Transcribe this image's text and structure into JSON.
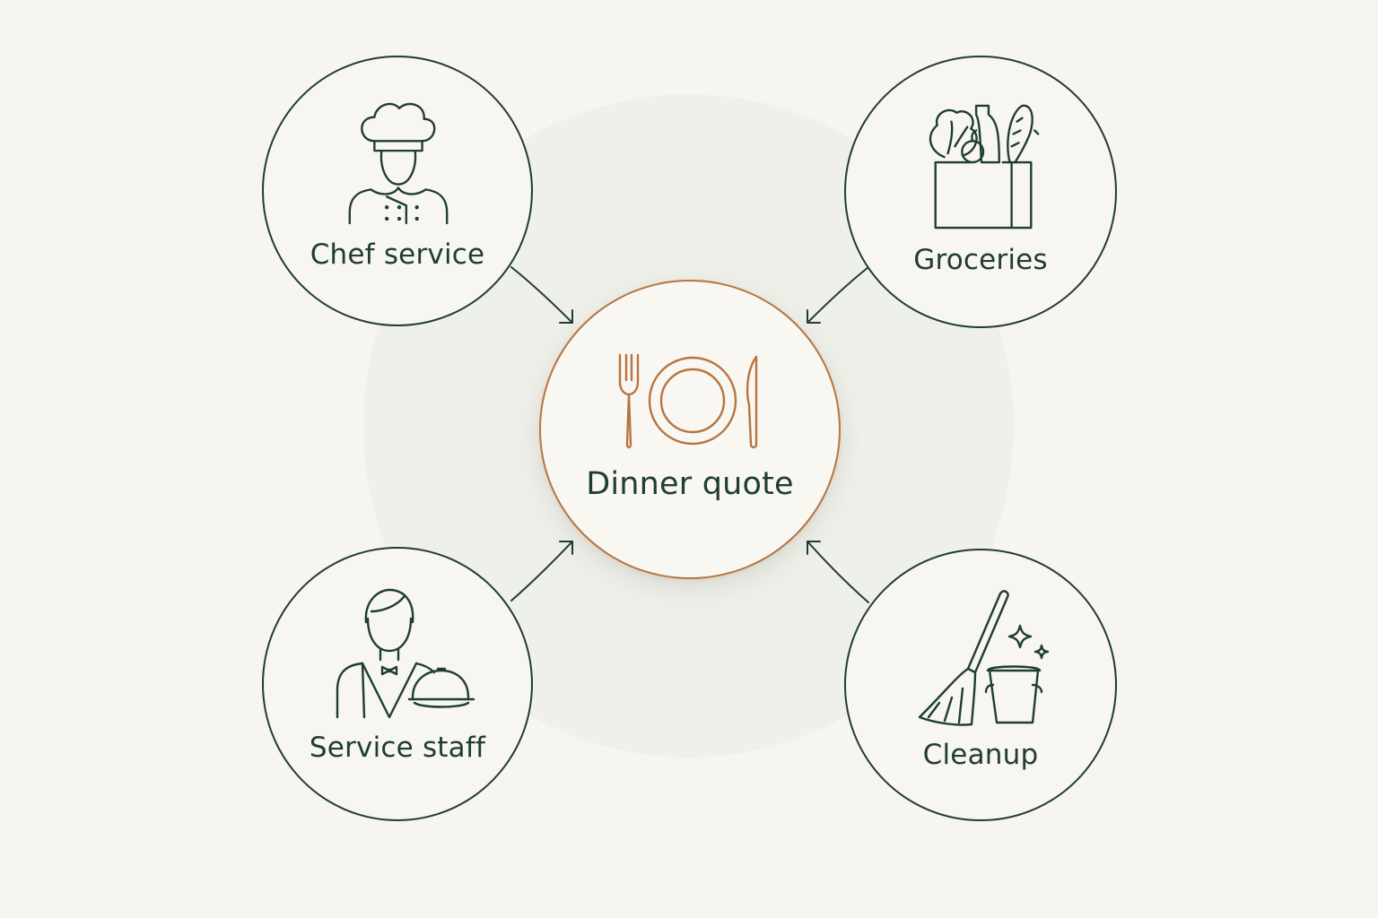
{
  "diagram": {
    "center": {
      "label": "Dinner quote",
      "icon": "plate-cutlery-icon",
      "accent_color": "#b8743f"
    },
    "nodes": [
      {
        "id": "chef",
        "label": "Chef service",
        "icon": "chef-icon"
      },
      {
        "id": "groceries",
        "label": "Groceries",
        "icon": "grocery-bag-icon"
      },
      {
        "id": "staff",
        "label": "Service staff",
        "icon": "waiter-icon"
      },
      {
        "id": "cleanup",
        "label": "Cleanup",
        "icon": "broom-bucket-icon"
      }
    ],
    "line_color": "#1f3d30",
    "background_color": "#f6f5ef"
  }
}
